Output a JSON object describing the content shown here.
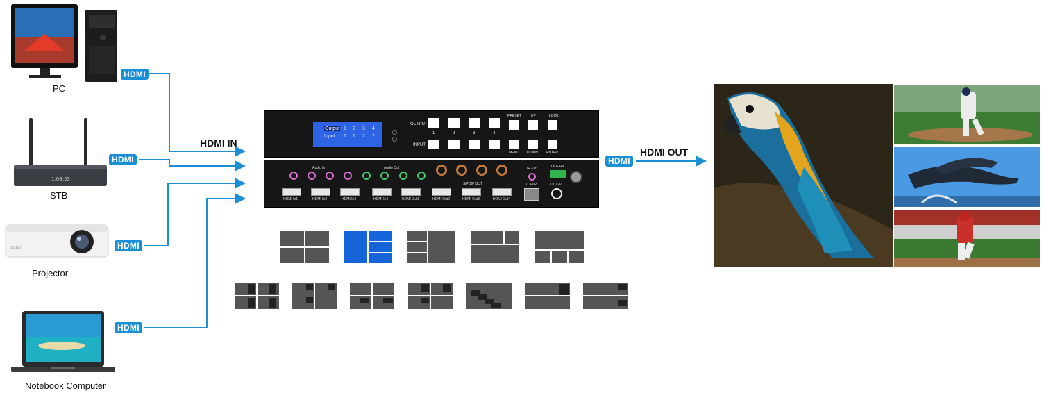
{
  "devices": {
    "pc": "PC",
    "stb": "STB",
    "projector": "Projector",
    "notebook": "Notebook Computer"
  },
  "cable_label": "HDMI",
  "hdmi_in": "HDMI IN",
  "hdmi_out": "HDMI OUT",
  "front_panel": {
    "lcd_row1_label": "Output",
    "lcd_row1_values": [
      "1",
      "2",
      "3",
      "4"
    ],
    "lcd_row2_label": "Input",
    "lcd_row2_values": [
      "1",
      "1",
      "2",
      "2"
    ],
    "output_label": "OUTPUT",
    "input_label": "INPUT",
    "button_numbers": [
      "1",
      "2",
      "3",
      "4"
    ],
    "top_buttons": [
      "PRESET",
      "UP",
      "LOCK"
    ],
    "bottom_buttons": [
      "MENU",
      "DOWN",
      "ENTER"
    ]
  },
  "rear_panel": {
    "audio_in": "Audio In",
    "audio_out": "Audio Out",
    "spdif_out": "S/PDIF OUT",
    "ir_ext": "IR Ext",
    "tcp_ip": "TCP/IP",
    "rs232": "TX G RX",
    "dc": "DC12V",
    "port_numbers": [
      "1",
      "2",
      "3",
      "4"
    ],
    "hdmi_ports": [
      "HDMI In1",
      "HDMI In2",
      "HDMI In3",
      "HDMI In4",
      "HDMI Out1",
      "HDMI Out2",
      "HDMI Out3",
      "HDMI Out4"
    ]
  },
  "colors": {
    "accent": "#1a8fd6",
    "layout_gray": "#555555",
    "layout_active": "#1565d8",
    "panel": "#161616"
  }
}
